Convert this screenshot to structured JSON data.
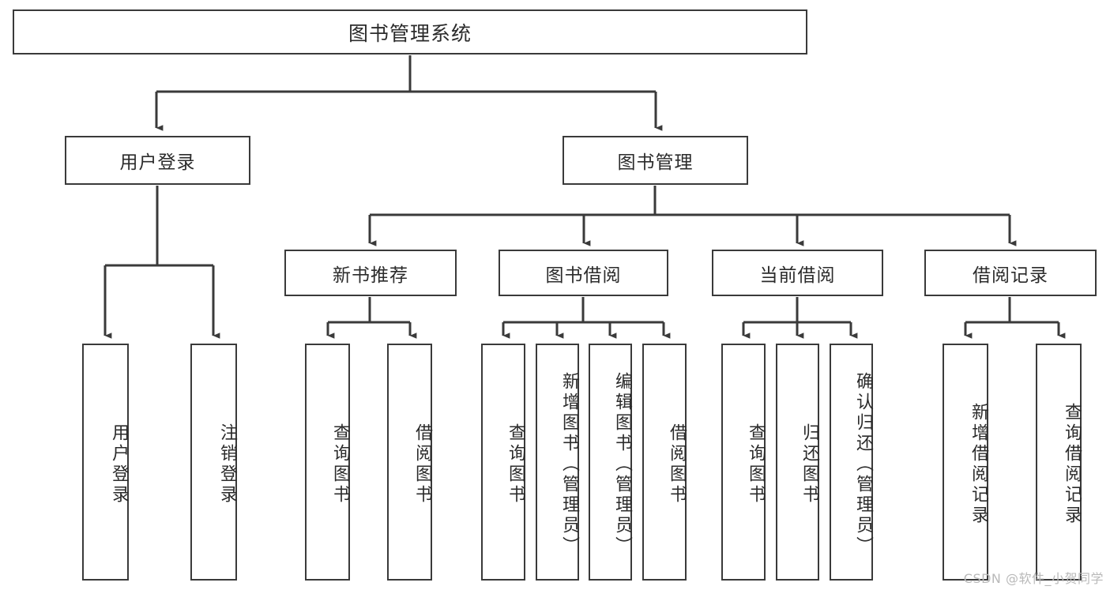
{
  "diagram": {
    "type": "tree-hierarchy-chart",
    "title": "图书管理系统",
    "watermark": "CSDN @软件_小贺同学",
    "colors": {
      "background": "#ffffff",
      "node_border": "#3a3a3a",
      "node_fill": "#ffffff",
      "edge": "#3a3a3a",
      "text": "#2b2b2b",
      "watermark": "#b9b9b9"
    },
    "root": {
      "label": "图书管理系统"
    },
    "level1": [
      {
        "id": "user-login",
        "label": "用户登录"
      },
      {
        "id": "book-management",
        "label": "图书管理"
      }
    ],
    "level2": [
      {
        "id": "new-book-recommend",
        "label": "新书推荐"
      },
      {
        "id": "book-borrow",
        "label": "图书借阅"
      },
      {
        "id": "current-borrow",
        "label": "当前借阅"
      },
      {
        "id": "borrow-record",
        "label": "借阅记录"
      }
    ],
    "leaves": {
      "user_login": [
        {
          "id": "leaf-user-login",
          "label": "用户登录"
        },
        {
          "id": "leaf-logout-login",
          "label": "注销登录"
        }
      ],
      "new_book_recommend": [
        {
          "id": "leaf-query-book-1",
          "label": "查询图书"
        },
        {
          "id": "leaf-borrow-book-1",
          "label": "借阅图书"
        }
      ],
      "book_borrow": [
        {
          "id": "leaf-query-book-2",
          "label": "查询图书"
        },
        {
          "id": "leaf-add-book",
          "label": "新增图书（管理员）"
        },
        {
          "id": "leaf-edit-book",
          "label": "编辑图书（管理员）"
        },
        {
          "id": "leaf-borrow-book-2",
          "label": "借阅图书"
        }
      ],
      "current_borrow": [
        {
          "id": "leaf-query-book-3",
          "label": "查询图书"
        },
        {
          "id": "leaf-return-book",
          "label": "归还图书"
        },
        {
          "id": "leaf-confirm-return",
          "label": "确认归还（管理员）"
        }
      ],
      "borrow_record": [
        {
          "id": "leaf-add-borrow-record",
          "label": "新增借阅记录"
        },
        {
          "id": "leaf-query-borrow-record",
          "label": "查询借阅记录"
        }
      ]
    }
  }
}
